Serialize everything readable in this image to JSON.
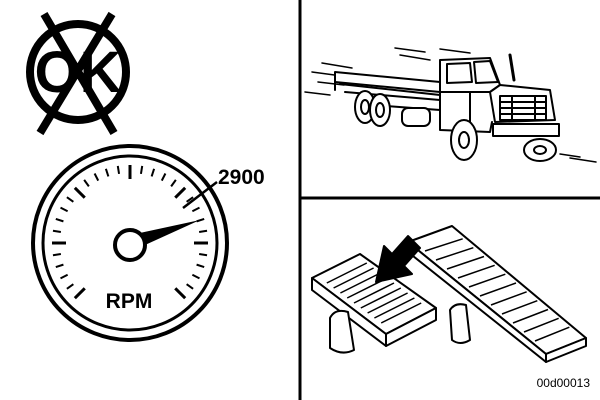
{
  "panels": {
    "left": {
      "no_ok_symbol": {
        "text": "OK",
        "icon": "crossed-out-ok-icon"
      },
      "tachometer": {
        "reading_label": "2900",
        "unit_label": "RPM",
        "icon": "tachometer-icon"
      }
    },
    "top_right": {
      "icon": "truck-driving-icon"
    },
    "bottom_right": {
      "icon": "brake-and-accelerator-pedals-icon",
      "arrow_icon": "arrow-pointing-brake-pedal-icon"
    }
  },
  "figure_code": "00d00013",
  "colors": {
    "ink": "#000000",
    "paper": "#ffffff"
  }
}
